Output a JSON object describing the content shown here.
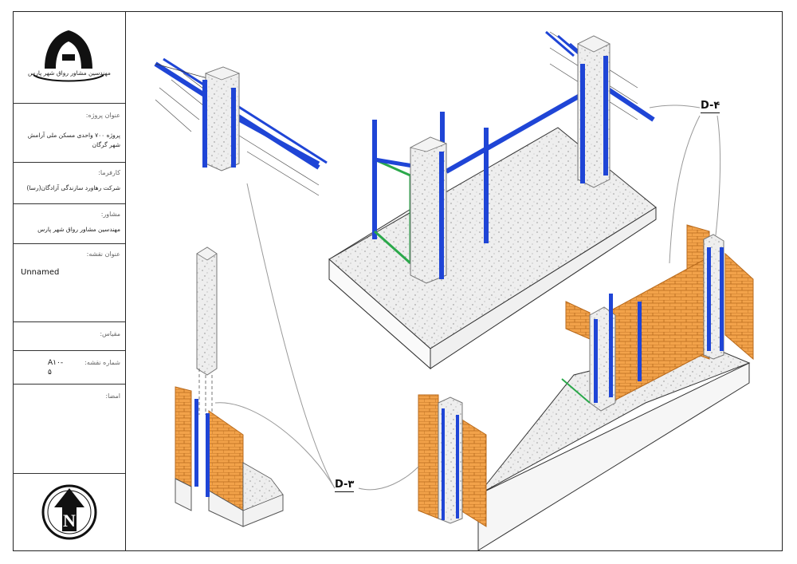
{
  "title_block": {
    "logo_text": "مهندسین مشاور رواق شهر پارس",
    "project_label": "عنوان پروژه:",
    "project_value": "پروژه ۷۰۰ واحدی مسکن ملی آرامش شهر گرگان",
    "client_label": "کارفرما:",
    "client_value": "شرکت رهاورد سازندگی آزادگان(رسا)",
    "consultant_label": "مشاور:",
    "consultant_value": "مهندسین مشاور رواق شهر پارس",
    "drawing_title_label": "عنوان نقشه:",
    "drawing_title_value": "Unnamed",
    "scale_label": "مقیاس:",
    "sheet_number_label": "شماره نقشه:",
    "sheet_number_value_1": "A۱۰-",
    "sheet_number_value_2": "۵",
    "signature_label": "امضا:",
    "north_letter": "N"
  },
  "callouts": {
    "d4": "D-۴",
    "d3": "D-۳"
  },
  "colors": {
    "steel": "#1f45d6",
    "steel_dark": "#0f2a9c",
    "brick": "#f2a24a",
    "brick_line": "#b86a1c",
    "concrete": "#e9e9e9",
    "green": "#2aa84a"
  }
}
